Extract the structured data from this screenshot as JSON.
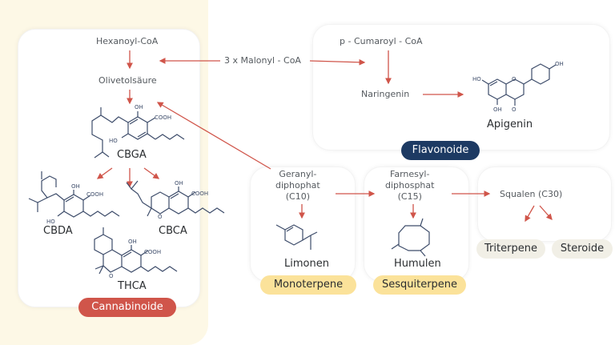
{
  "colors": {
    "arrow": "#d0554a",
    "cannabinoid_badge": "#d0554a",
    "flavonoid_badge": "#1d3a63",
    "terpene_badge": "#fbe29a",
    "neutral_badge": "#f1efe6",
    "cream_background": "#fdf8e6",
    "molecule": "#3d4c6a"
  },
  "precursors": {
    "malonyl": "3 x Malonyl - CoA",
    "hexanoyl": "Hexanoyl-CoA",
    "olivetol": "Olivetolsäure",
    "cumaroyl": "p - Cumaroyl - CoA",
    "naringenin": "Naringenin",
    "geranyl": [
      "Geranyl-",
      "diphophat",
      "(C10)"
    ],
    "farnesyl": [
      "Farnesyl-",
      "diphosphat",
      "(C15)"
    ],
    "squalen": "Squalen (C30)"
  },
  "molecules": {
    "cbga": "CBGA",
    "cbda": "CBDA",
    "cbca": "CBCA",
    "thca": "THCA",
    "apigenin": "Apigenin",
    "limonen": "Limonen",
    "humulen": "Humulen",
    "atoms": {
      "oh": "OH",
      "ho": "HO",
      "cooh": "COOH",
      "o": "O"
    }
  },
  "groups": {
    "cannabinoide": "Cannabinoide",
    "flavonoide": "Flavonoide",
    "monoterpene": "Monoterpene",
    "sesquiterpene": "Sesquiterpene",
    "triterpene": "Triterpene",
    "steroide": "Steroide"
  }
}
